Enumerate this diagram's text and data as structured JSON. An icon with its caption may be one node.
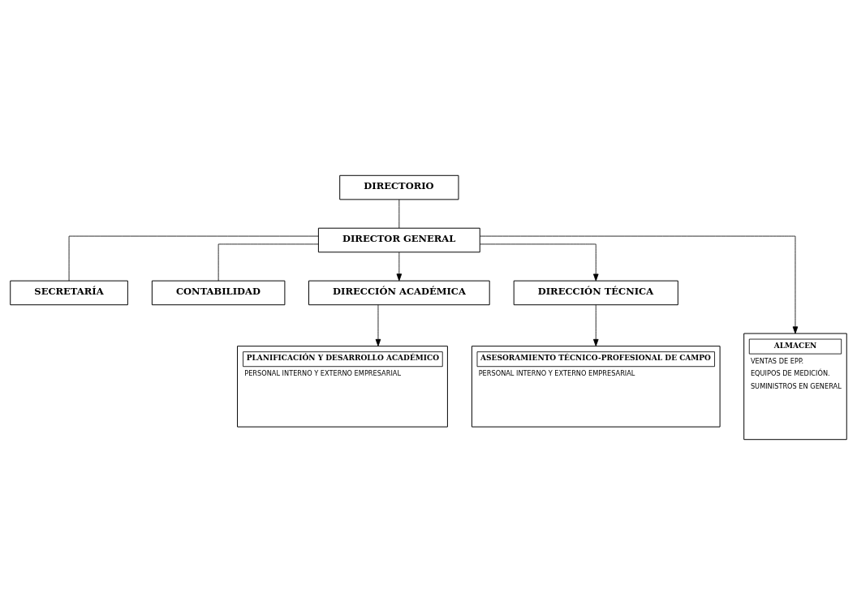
{
  "diagram": {
    "nodes": [
      {
        "text": [
          "DIRECTORIO"
        ]
      },
      {
        "text": [
          "DIRECTOR GENERAL"
        ]
      },
      {
        "text": [
          "SECRETARÍA"
        ]
      },
      {
        "text": [
          "CONTABILIDAD"
        ]
      },
      {
        "text": [
          "DIRECCIÓN ACADÉMICA"
        ]
      },
      {
        "text": [
          "DIRECCIÓN TÉCNICA"
        ]
      },
      {
        "text": [
          "PLANIFICACIÓN Y DESARROLLO ACADÉMICO",
          "PERSONAL INTERNO Y EXTERNO EMPRESARIAL"
        ]
      },
      {
        "text": [
          "ALMACEN",
          "VENTAS DE EPP.",
          "EQUIPOS DE MEDICIÓN.",
          "SUMINISTROS EN GENERAL"
        ]
      },
      {
        "text": [
          "ASESORAMIENTO TÉCNICO-PROFESIONAL DE CAMPO",
          "PERSONAL INTERNO Y EXTERNO EMPRESARIAL"
        ]
      }
    ],
    "edges": [
      {
        "from": 0,
        "to": 1,
        "arrow": "none"
      },
      {
        "from": 1,
        "to": 2,
        "arrow": "none"
      },
      {
        "from": 1,
        "to": 3,
        "arrow": "none"
      },
      {
        "from": 1,
        "to": 4,
        "arrow": "to"
      },
      {
        "from": 1,
        "to": 7,
        "arrow": "to"
      },
      {
        "from": 1,
        "to": 5,
        "arrow": "to"
      },
      {
        "from": 4,
        "to": 6,
        "arrow": "to"
      },
      {
        "from": 5,
        "to": 8,
        "arrow": "to"
      }
    ]
  }
}
